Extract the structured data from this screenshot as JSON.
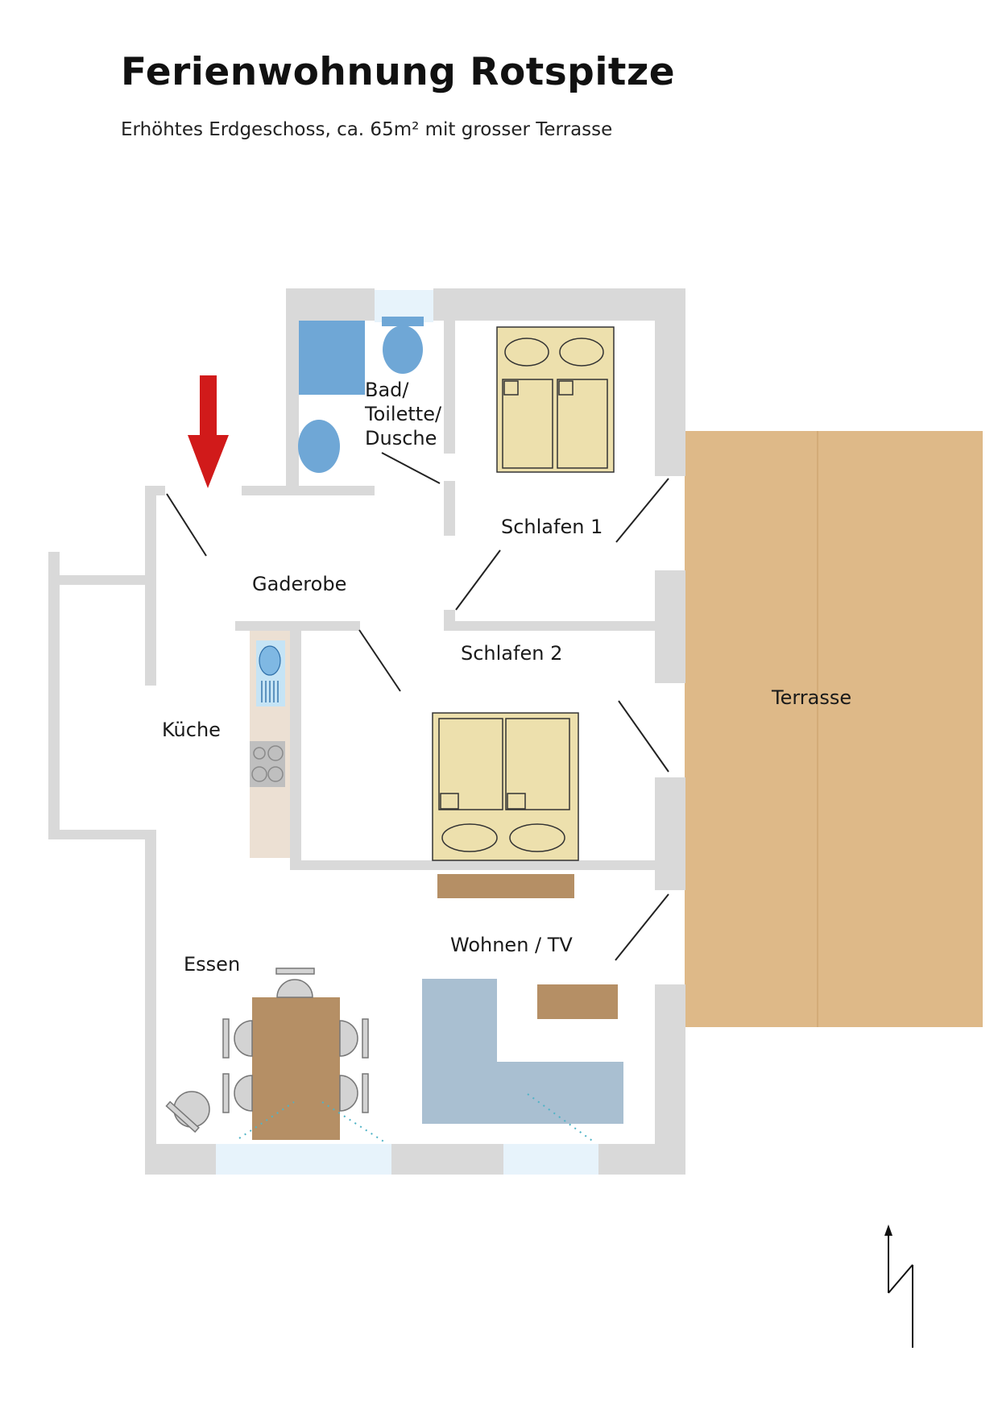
{
  "header": {
    "title": "Ferienwohnung Rotspitze",
    "subtitle": "Erhöhtes Erdgeschoss, ca. 65m² mit grosser Terrasse"
  },
  "rooms": {
    "bad_line1": "Bad/",
    "bad_line2": "Toilette/",
    "bad_line3": "Dusche",
    "schlafen1": "Schlafen 1",
    "gaderobe": "Gaderobe",
    "schlafen2": "Schlafen 2",
    "kueche": "Küche",
    "terrasse": "Terrasse",
    "wohnen": "Wohnen / TV",
    "essen": "Essen"
  },
  "colors": {
    "wall": "#d9d9d9",
    "terrace": "#deb988",
    "bed": "#ede0ad",
    "furniture_brown": "#b58f65",
    "sofa": "#a9bfd1",
    "sanitary_blue": "#6fa7d6",
    "window": "#e7f3fb",
    "entrance_arrow": "#d11a1a"
  },
  "icons": {
    "entrance": "entrance-arrow-icon",
    "north": "north-arrow-icon"
  }
}
